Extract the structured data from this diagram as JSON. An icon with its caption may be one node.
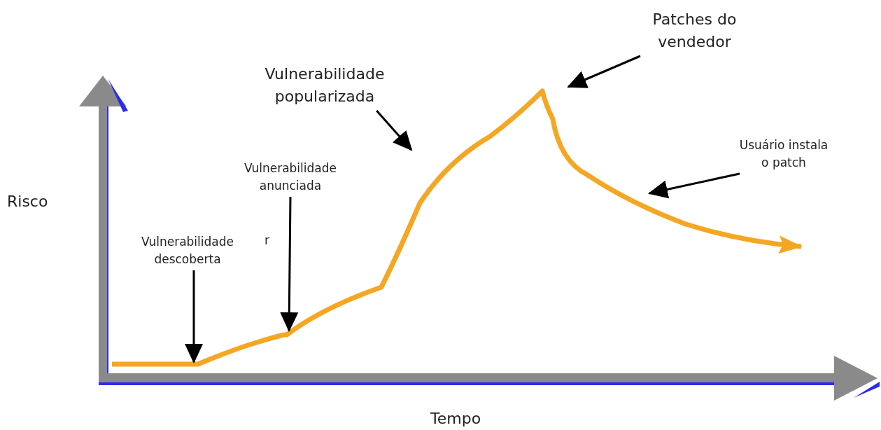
{
  "diagram": {
    "nodes": [
      {
        "text": [
          "Patches do vendedor"
        ]
      },
      {
        "text": [
          "Vulnerabilidade popularizada"
        ]
      },
      {
        "text": [
          "Usuário instala o patch"
        ]
      },
      {
        "text": [
          "Vulnerabilidade anunciada"
        ]
      },
      {
        "text": [
          "Vulnerabilidade descoberta"
        ]
      }
    ],
    "edges": [
      {
        "from": 0,
        "to": null,
        "arrow": "to"
      },
      {
        "from": 1,
        "to": null,
        "arrow": "to"
      },
      {
        "from": 2,
        "to": null,
        "arrow": "to"
      },
      {
        "from": 3,
        "to": null,
        "arrow": "to"
      },
      {
        "from": 4,
        "to": null,
        "arrow": "to"
      }
    ],
    "labels": [
      "Risco",
      "r",
      "Tempo"
    ]
  }
}
